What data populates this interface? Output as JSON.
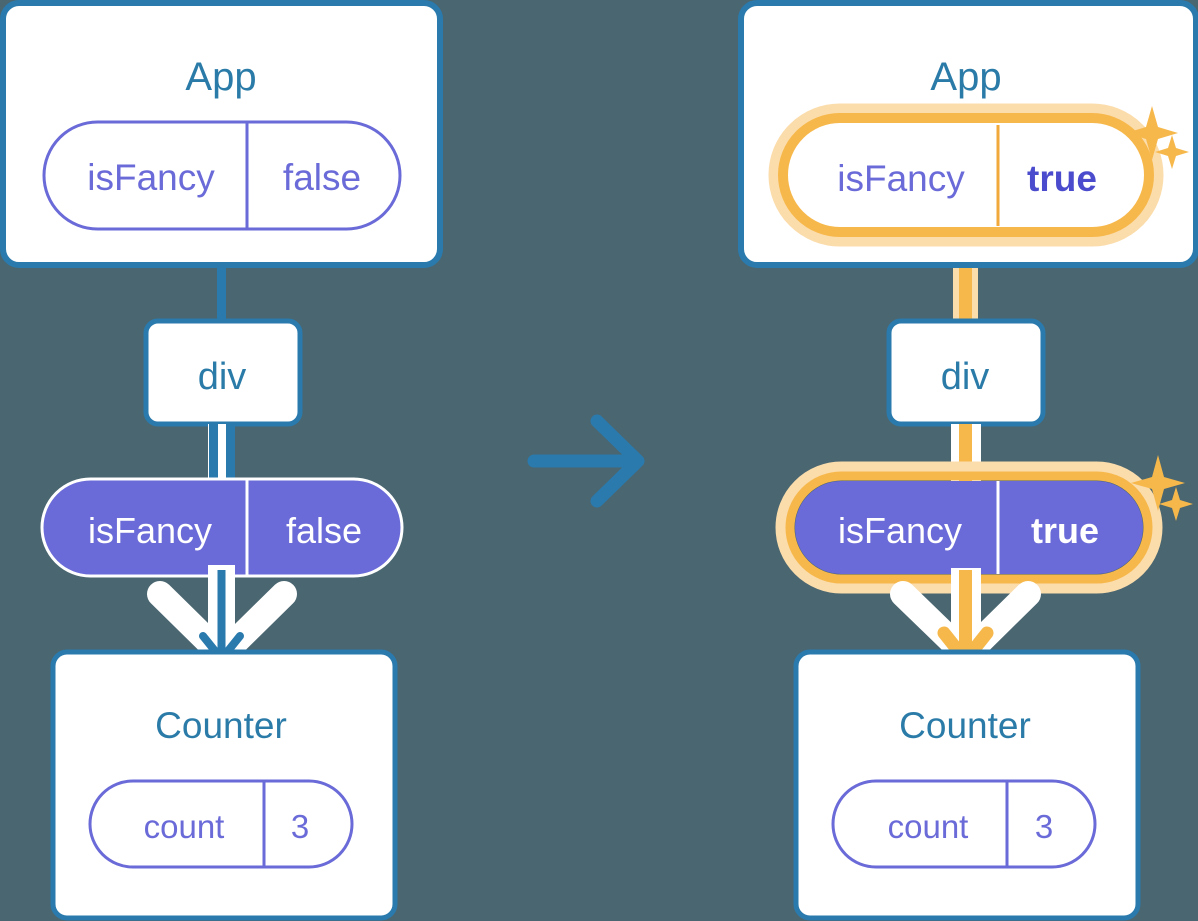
{
  "diagram": {
    "title_semantic": "react-state-propagation-before-after",
    "background_color": "#4a6670",
    "colors": {
      "box_border_blue": "#2a7aad",
      "box_fill_white": "#ffffff",
      "label_blue": "#2b7ba8",
      "pill_purple": "#6a6ad8",
      "pill_outline_purple": "#6a6ad8",
      "pill_text_purple": "#6a6ad8",
      "pill_text_white": "#ffffff",
      "highlight_orange": "#f7b84b",
      "highlight_orange_glow": "#fbdcab",
      "line_blue": "#2a7aad",
      "line_light_lavender": "#c9d4ea",
      "line_light_orange": "#fbe6c4",
      "arrow_blue": "#2a7aad",
      "arrow_orange": "#f7b84b",
      "chevron_white": "#ffffff",
      "transition_arrow": "#2a7aad"
    },
    "transition_arrow": {
      "name": "transition-arrow-right",
      "direction": "right"
    },
    "panels": [
      {
        "id": "before",
        "side": "left",
        "app": {
          "label": "App",
          "state_pill": {
            "key": "isFancy",
            "value": "false",
            "style": "outline",
            "highlighted": false,
            "value_bold": false
          }
        },
        "div": {
          "label": "div"
        },
        "props_pill": {
          "key": "isFancy",
          "value": "false",
          "style": "filled",
          "highlighted": false,
          "value_bold": false
        },
        "counter": {
          "label": "Counter",
          "state_pill": {
            "key": "count",
            "value": "3",
            "style": "outline",
            "highlighted": false,
            "value_bold": false
          }
        },
        "flow_color": "#2a7aad",
        "sparkles": false
      },
      {
        "id": "after",
        "side": "right",
        "app": {
          "label": "App",
          "state_pill": {
            "key": "isFancy",
            "value": "true",
            "style": "outline",
            "highlighted": true,
            "value_bold": true
          }
        },
        "div": {
          "label": "div"
        },
        "props_pill": {
          "key": "isFancy",
          "value": "true",
          "style": "filled",
          "highlighted": true,
          "value_bold": true
        },
        "counter": {
          "label": "Counter",
          "state_pill": {
            "key": "count",
            "value": "3",
            "style": "outline",
            "highlighted": false,
            "value_bold": false
          }
        },
        "flow_color": "#f7b84b",
        "sparkles": true
      }
    ]
  }
}
